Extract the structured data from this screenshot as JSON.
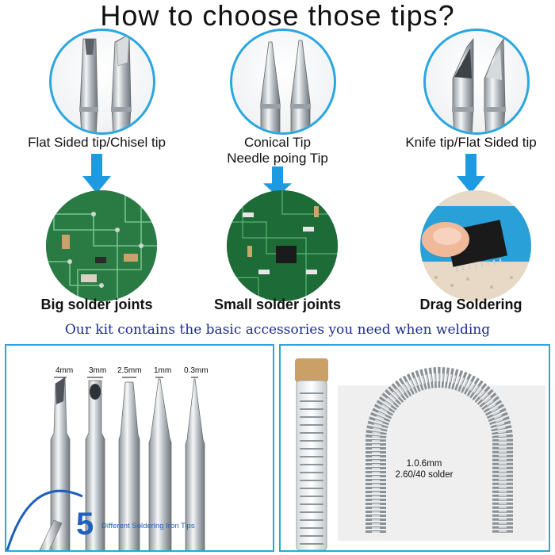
{
  "title": "How to choose those tips?",
  "columns": [
    {
      "tip_label_1": "Flat Sided tip/Chisel tip",
      "tip_label_2": "",
      "joint_label": "Big solder joints",
      "tip_icon": "chisel-tip-icon",
      "scene": "pcb-board"
    },
    {
      "tip_label_1": "Conical Tip",
      "tip_label_2": "Needle poing Tip",
      "joint_label": "Small solder joints",
      "tip_icon": "conical-tip-icon",
      "scene": "pcb-board-with-chip"
    },
    {
      "tip_label_1": "Knife tip/Flat Sided tip",
      "tip_label_2": "",
      "joint_label": "Drag Soldering",
      "tip_icon": "knife-tip-icon",
      "scene": "chip-held-by-finger"
    }
  ],
  "kit_banner": "Our kit contains the basic accessories you need when welding",
  "tips_panel": {
    "sizes": [
      "4mm",
      "3mm",
      "2.5mm",
      "1mm",
      "0.3mm"
    ],
    "count": "5",
    "caption": "Different Soldering Iron Tips"
  },
  "solder_panel": {
    "spec_line_1": "1.0.6mm",
    "spec_line_2": "2.60/40 solder"
  },
  "colors": {
    "accent_blue": "#2aa7e0",
    "arrow_blue": "#1e9be0",
    "banner_navy": "#1a2d8f",
    "count_blue": "#1f5fbf"
  }
}
